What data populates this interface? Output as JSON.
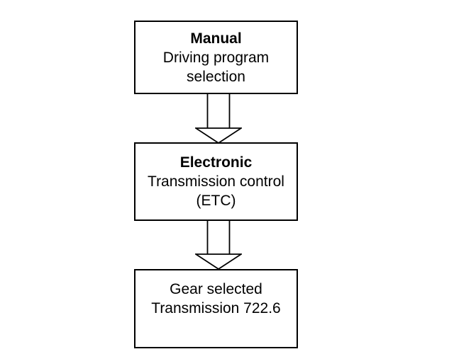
{
  "diagram": {
    "colors": {
      "background": "#ffffff",
      "box_border": "#000000",
      "box_fill": "#ffffff",
      "text": "#000000",
      "arrow_stroke": "#000000",
      "arrow_fill": "#ffffff"
    },
    "nodes": [
      {
        "id": "manual-driving-program-selection",
        "lines": [
          "Manual",
          "Driving program",
          "selection"
        ],
        "bold_first_line": true
      },
      {
        "id": "electronic-transmission-control",
        "lines": [
          "Electronic",
          "Transmission control",
          "(ETC)"
        ],
        "bold_first_line": true
      },
      {
        "id": "gear-selected-transmission",
        "lines": [
          "Gear selected",
          "Transmission 722.6"
        ],
        "bold_first_line": false
      }
    ],
    "connectors": [
      {
        "from": "manual-driving-program-selection",
        "to": "electronic-transmission-control",
        "type": "hollow-block-arrow-down"
      },
      {
        "from": "electronic-transmission-control",
        "to": "gear-selected-transmission",
        "type": "hollow-block-arrow-down"
      }
    ]
  }
}
